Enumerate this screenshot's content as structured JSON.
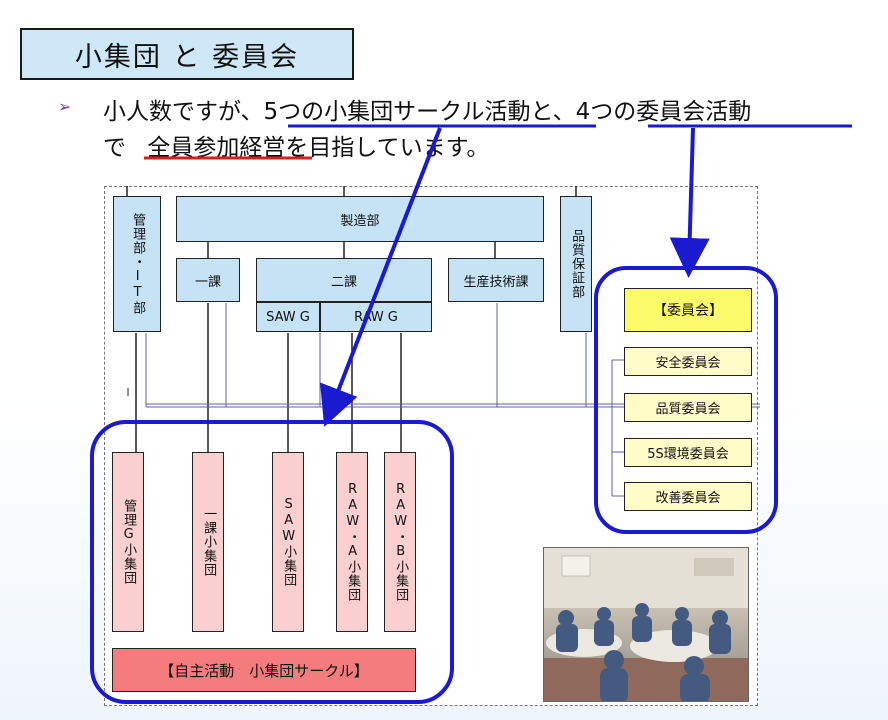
{
  "title": "小集団 と 委員会",
  "bullet_icon": "arrow-bullet-icon",
  "intro": {
    "line1": "小人数ですが、5つの小集団サークル活動と、4つの委員会活動",
    "line2_prefix": "で",
    "line2_emphasis": "全員参加経営",
    "line2_suffix": "を目指しています。"
  },
  "org": {
    "kanri": "管理部・IT部",
    "seizo": "製造部",
    "ikka": "一課",
    "nika": "二課",
    "saw_g": "SAW G",
    "raw_g": "RAW G",
    "seisan": "生産技術課",
    "hinshitsu": "品質保証部"
  },
  "committees": {
    "header": "【委員会】",
    "items": [
      "安全委員会",
      "品質委員会",
      "5S環境委員会",
      "改善委員会"
    ]
  },
  "small_groups": {
    "items": [
      "管理G小集団",
      "一課小集団",
      "SAW小集団",
      "RAW・A小集団",
      "RAW・B小集団"
    ],
    "footer": "【自主活動　小集団サークル】"
  },
  "colors": {
    "org_box": "#c6e3f6",
    "group_box": "#f9cfcf",
    "committee_box": "#fffcc8",
    "committee_header": "#fbfa6a",
    "footer_box": "#f47c7c",
    "highlight_blue": "#1a1ad0",
    "underline_red": "#d81e1e"
  }
}
